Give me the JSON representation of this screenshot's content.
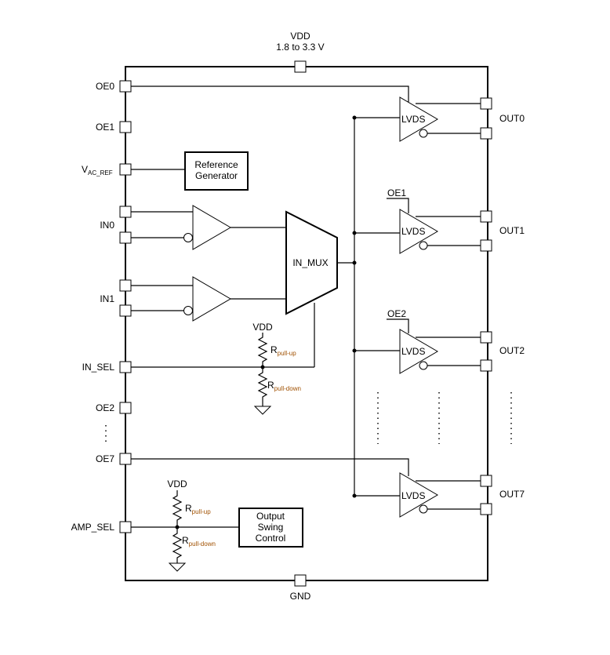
{
  "supply": {
    "vdd_label": "VDD",
    "vdd_range": "1.8 to 3.3 V",
    "gnd_label": "GND"
  },
  "left_pins": {
    "oe0": "OE0",
    "oe1": "OE1",
    "vac_ref_main": "V",
    "vac_ref_sub": "AC_REF",
    "in0": "IN0",
    "in1": "IN1",
    "in_sel": "IN_SEL",
    "oe2": "OE2",
    "oe7": "OE7",
    "amp_sel": "AMP_SEL"
  },
  "right_pins": {
    "out0": "OUT0",
    "out1": "OUT1",
    "out2": "OUT2",
    "out7": "OUT7"
  },
  "blocks": {
    "ref_gen": [
      "Reference",
      "Generator"
    ],
    "mux": "IN_MUX",
    "swing": [
      "Output",
      "Swing",
      "Control"
    ],
    "lvds": "LVDS"
  },
  "buffer_oe": {
    "oe1": "OE1",
    "oe2": "OE2"
  },
  "resistors": {
    "vdd": "VDD",
    "r": "R",
    "pullup": "pull-up",
    "pulldown": "pull-down"
  }
}
